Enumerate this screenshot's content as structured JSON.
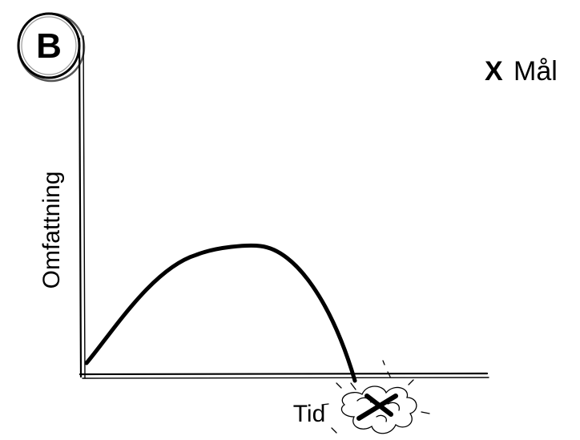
{
  "badge": {
    "letter": "B"
  },
  "legend": {
    "marker": "X",
    "label": "Mål"
  },
  "axes": {
    "y_label": "Omfattning",
    "x_label": "Tid"
  },
  "colors": {
    "stroke": "#000000",
    "badge_fill": "#ffffff",
    "background": "#ffffff"
  },
  "icons": {
    "explosion": "explosion-cloud-icon",
    "cross": "cross-icon"
  }
}
